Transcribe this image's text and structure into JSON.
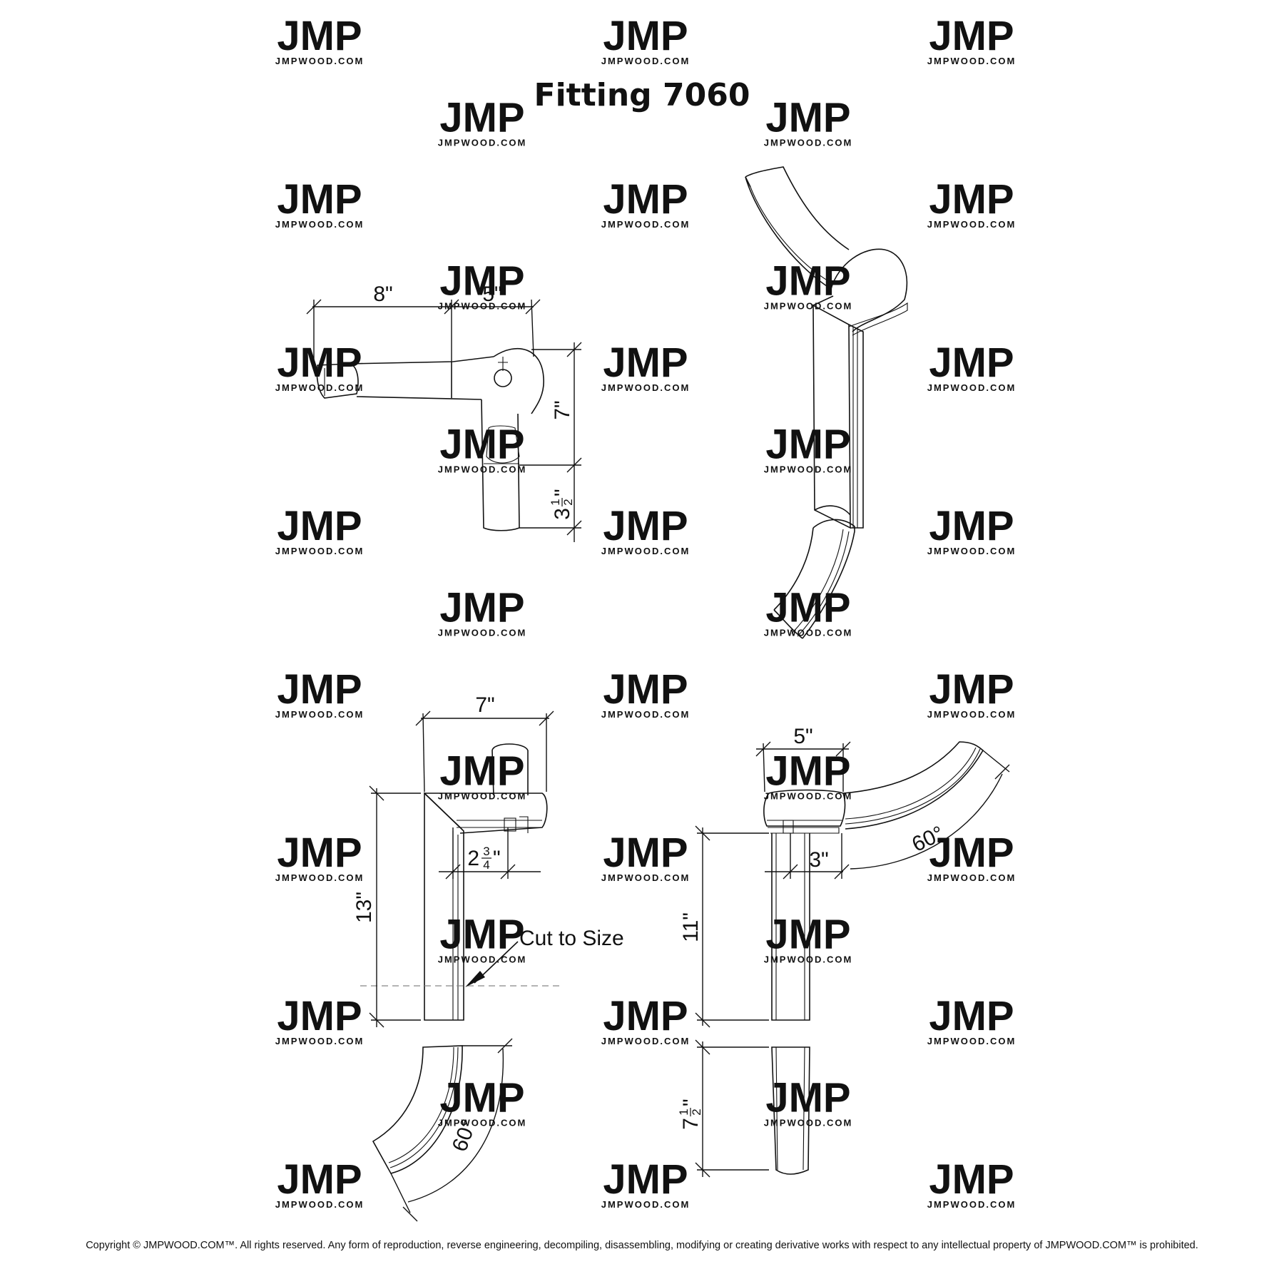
{
  "title": "Fitting 7060",
  "watermark": {
    "logo": "JMP",
    "site": "JMPWOOD.COM"
  },
  "footer": "Copyright © JMPWOOD.COM™. All rights reserved. Any form of reproduction, reverse engineering, decompiling, disassembling, modifying or creating derivative works with respect to any intellectual property of JMPWOOD.COM™ is prohibited.",
  "top_view": {
    "dim_left": "8\"",
    "dim_right": "5\"",
    "dim_height": "7\"",
    "dim_lower": {
      "whole": "3",
      "num": "1",
      "den": "2",
      "unit": "\""
    }
  },
  "front_view": {
    "dim_width": "7\"",
    "dim_height": "13\"",
    "dim_rail": {
      "whole": "2",
      "num": "3",
      "den": "4",
      "unit": "\""
    },
    "note": "Cut to Size",
    "angle": "60°"
  },
  "side_view": {
    "dim_width": "5\"",
    "dim_height": "11\"",
    "dim_post": "3\"",
    "angle": "60°",
    "dim_lower": {
      "whole": "7",
      "num": "1",
      "den": "2",
      "unit": "\""
    }
  },
  "colors": {
    "line": "#111111",
    "watermark": "#eeeeee"
  }
}
